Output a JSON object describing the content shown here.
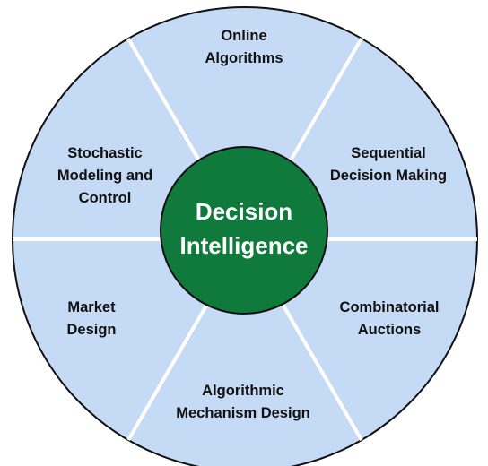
{
  "colors": {
    "segment_fill": "#c5daf4",
    "segment_border": "#111111",
    "divider": "#ffffff",
    "center_fill": "#0f7a3b",
    "center_border": "#111111",
    "center_text": "#ffffff",
    "segment_text": "#111111"
  },
  "center": {
    "line1": "Decision",
    "line2": "Intelligence"
  },
  "segments": [
    {
      "line1": "Online",
      "line2": "Algorithms"
    },
    {
      "line1": "Sequential",
      "line2": "Decision Making"
    },
    {
      "line1": "Combinatorial",
      "line2": "Auctions"
    },
    {
      "line1": "Algorithmic",
      "line2": "Mechanism Design"
    },
    {
      "line1": "Market",
      "line2": "Design"
    },
    {
      "line1": "Stochastic",
      "line2": "Modeling and",
      "line3": "Control"
    }
  ]
}
